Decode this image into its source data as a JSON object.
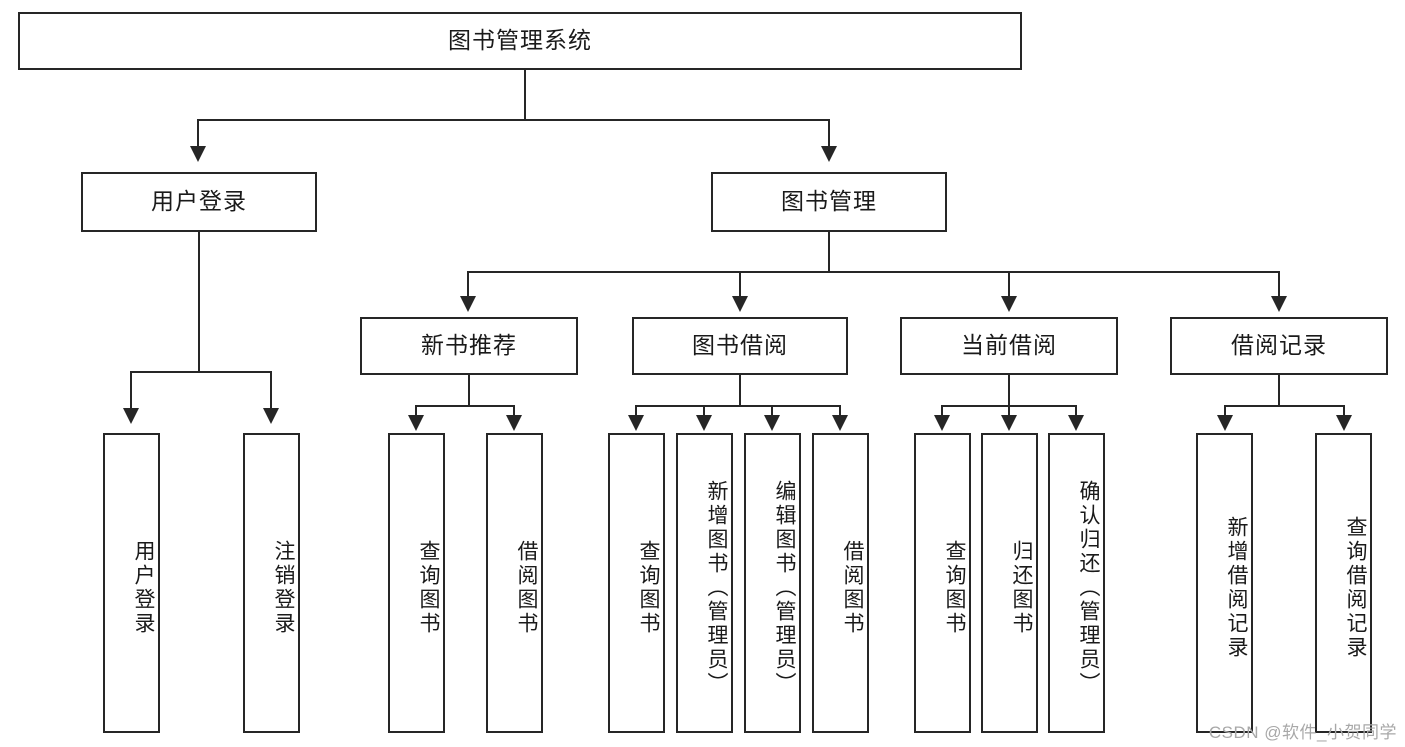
{
  "diagram": {
    "title": "图书管理系统",
    "type": "tree",
    "root": {
      "id": "root",
      "label": "图书管理系统",
      "orientation": "horizontal"
    },
    "level2": [
      {
        "id": "user-login",
        "label": "用户登录",
        "orientation": "horizontal"
      },
      {
        "id": "book-management",
        "label": "图书管理",
        "orientation": "horizontal"
      }
    ],
    "level3": [
      {
        "id": "new-book-recommend",
        "label": "新书推荐",
        "orientation": "horizontal",
        "parent": "book-management"
      },
      {
        "id": "book-borrow",
        "label": "图书借阅",
        "orientation": "horizontal",
        "parent": "book-management"
      },
      {
        "id": "current-borrow",
        "label": "当前借阅",
        "orientation": "horizontal",
        "parent": "book-management"
      },
      {
        "id": "borrow-record",
        "label": "借阅记录",
        "orientation": "horizontal",
        "parent": "book-management"
      }
    ],
    "leaves": [
      {
        "id": "leaf-user-login",
        "label": "用户登录",
        "parent": "user-login",
        "orientation": "vertical"
      },
      {
        "id": "leaf-user-logout",
        "label": "注销登录",
        "parent": "user-login",
        "orientation": "vertical"
      },
      {
        "id": "leaf-query-book-1",
        "label": "查询图书",
        "parent": "new-book-recommend",
        "orientation": "vertical"
      },
      {
        "id": "leaf-borrow-book-1",
        "label": "借阅图书",
        "parent": "new-book-recommend",
        "orientation": "vertical"
      },
      {
        "id": "leaf-query-book-2",
        "label": "查询图书",
        "parent": "book-borrow",
        "orientation": "vertical"
      },
      {
        "id": "leaf-add-book",
        "label": "新增图书（管理员）",
        "parent": "book-borrow",
        "orientation": "vertical"
      },
      {
        "id": "leaf-edit-book",
        "label": "编辑图书（管理员）",
        "parent": "book-borrow",
        "orientation": "vertical"
      },
      {
        "id": "leaf-borrow-book-2",
        "label": "借阅图书",
        "parent": "book-borrow",
        "orientation": "vertical"
      },
      {
        "id": "leaf-query-book-3",
        "label": "查询图书",
        "parent": "current-borrow",
        "orientation": "vertical"
      },
      {
        "id": "leaf-return-book",
        "label": "归还图书",
        "parent": "current-borrow",
        "orientation": "vertical"
      },
      {
        "id": "leaf-confirm-return",
        "label": "确认归还（管理员）",
        "parent": "current-borrow",
        "orientation": "vertical"
      },
      {
        "id": "leaf-add-record",
        "label": "新增借阅记录",
        "parent": "borrow-record",
        "orientation": "vertical"
      },
      {
        "id": "leaf-query-record",
        "label": "查询借阅记录",
        "parent": "borrow-record",
        "orientation": "vertical"
      }
    ]
  },
  "watermark": {
    "text": "CSDN @软件_小贺同学"
  },
  "colors": {
    "stroke": "#262626",
    "fill": "#ffffff",
    "text": "#1a1a1a",
    "watermark": "#a8a8a8"
  }
}
